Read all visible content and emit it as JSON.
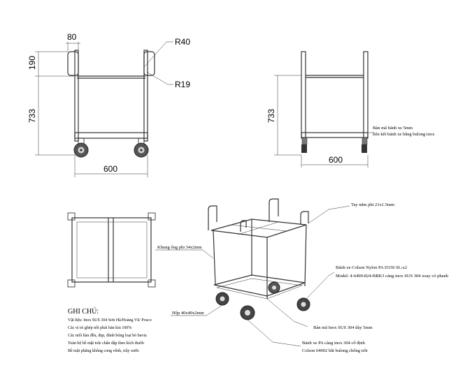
{
  "front_view": {
    "dim_width_top": "80",
    "dim_height_handle": "190",
    "dim_height_body": "733",
    "dim_width_bottom": "600",
    "radius_outer": "R40",
    "radius_inner": "R19"
  },
  "side_view": {
    "dim_height": "733",
    "dim_width": "600",
    "note_line1": "Bàn mã bánh xe 5mm",
    "note_line2": "liên kết bánh xe bằng bulong inox"
  },
  "callouts": {
    "handle": "Tay nắm phi 21x1.5mm",
    "frame": "Khung ống phi 34x2mm",
    "wheel_line1": "Bánh xe Colson Nylon PA D150 SL:x2",
    "wheel_line2": "Model: 4-6409-824-BRK3 càng inox SUS 304 xoay có phanh",
    "box": "Hộp 40x40x2mm",
    "plate": "Bàn mã Inox SUS 304 dày 5mm",
    "fixed_wheel_line1": "Bánh xe PA càng inox 304 cố định",
    "fixed_wheel_line2": "Colson 64002 bắt bulong chống trôi"
  },
  "notes": {
    "title": "GHI CHÚ:",
    "items": [
      "Vật liệu: Inox SUS 304 Sơn Hà/Hoàng Vũ/ Posco",
      "Các vị trí ghép nối phải hàn kín 100%",
      "Các mối hàn đều, đẹp, đánh bóng loại bỏ bavia",
      "Toàn bộ bề mặt tole chấn dập theo kích thước",
      "Bề mặt phẳng không cong vênh, trầy xước"
    ]
  }
}
